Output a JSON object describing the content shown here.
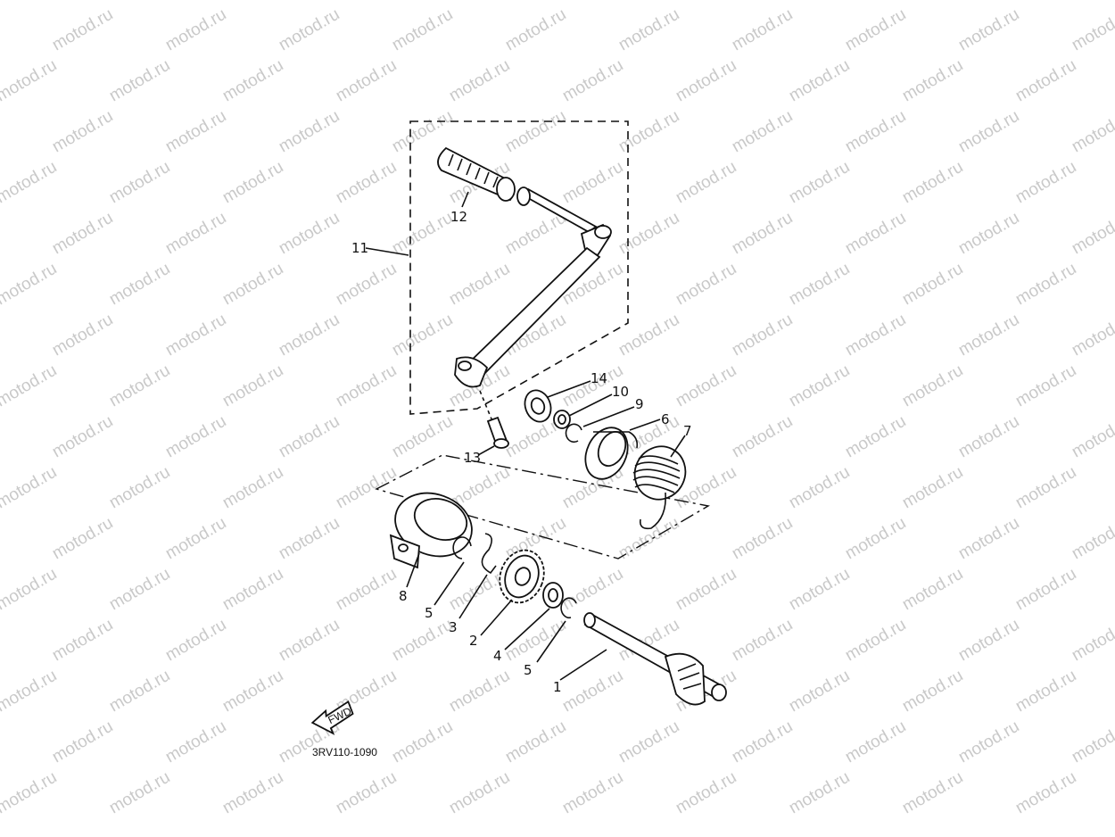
{
  "watermark": "motod.ru",
  "diagram_code": "3RV110-1090",
  "fwd_label": "FWD",
  "callouts": {
    "c1": "1",
    "c2": "2",
    "c3": "3",
    "c4": "4",
    "c5a": "5",
    "c5b": "5",
    "c6": "6",
    "c7": "7",
    "c8": "8",
    "c9": "9",
    "c10": "10",
    "c11": "11",
    "c12": "12",
    "c13": "13",
    "c14": "14"
  }
}
